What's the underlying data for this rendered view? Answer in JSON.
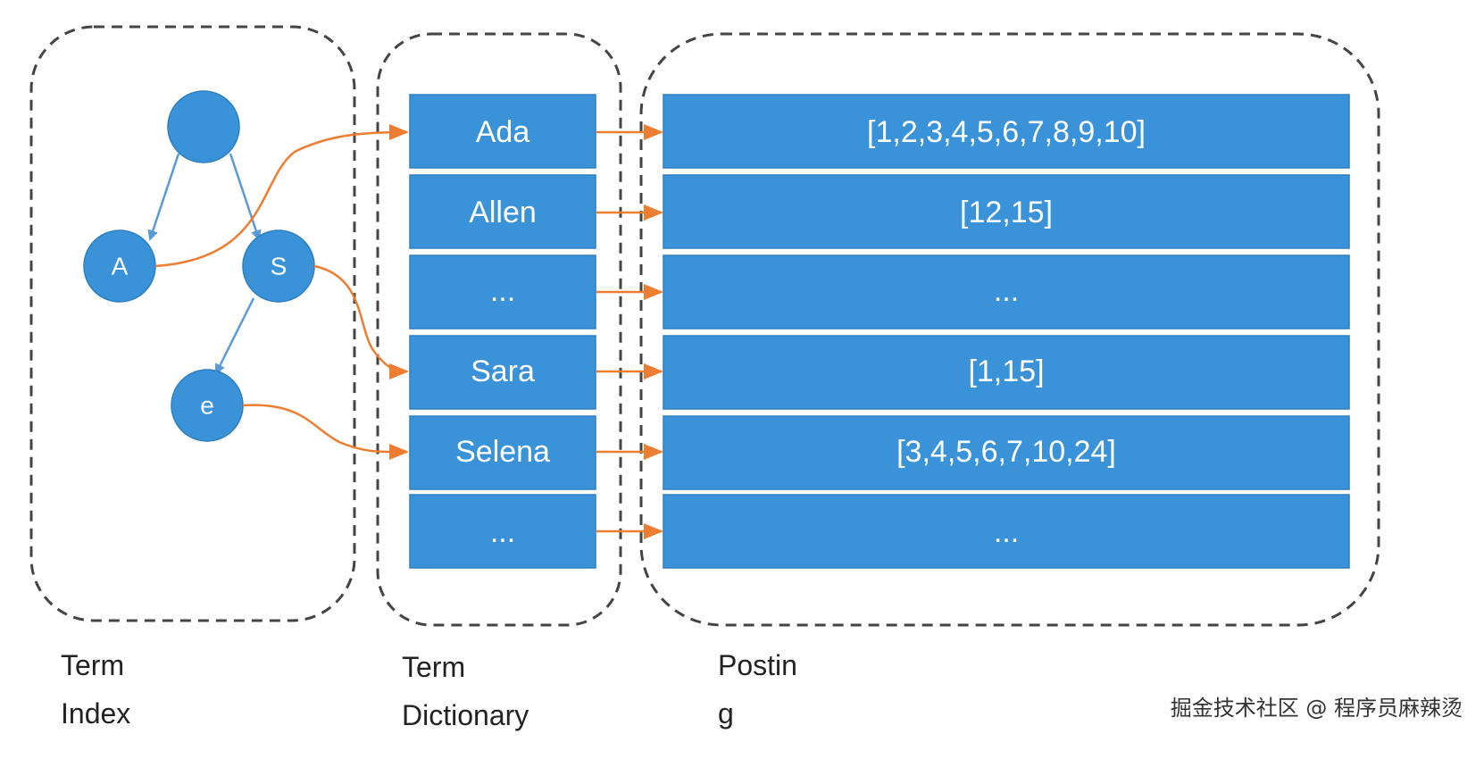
{
  "tree": {
    "nodes": [
      {
        "id": "root",
        "label": ""
      },
      {
        "id": "a",
        "label": "A"
      },
      {
        "id": "s",
        "label": "S"
      },
      {
        "id": "e",
        "label": "e"
      }
    ]
  },
  "dictionary": {
    "terms": [
      "Ada",
      "Allen",
      "...",
      "Sara",
      "Selena",
      "..."
    ]
  },
  "postings": {
    "lists": [
      "[1,2,3,4,5,6,7,8,9,10]",
      "[12,15]",
      "...",
      "[1,15]",
      "[3,4,5,6,7,10,24]",
      "..."
    ]
  },
  "captions": {
    "term_index": {
      "line1": "Term",
      "line2": "Index"
    },
    "term_dictionary": {
      "line1": "Term",
      "line2": "Dictionary"
    },
    "posting": {
      "line1": "Postin",
      "line2": "g"
    }
  },
  "watermark": "掘金技术社区 @ 程序员麻辣烫",
  "colors": {
    "box_fill": "#3a93d8",
    "tree_edge": "#5b9bd5",
    "pointer_edge": "#ed7d31"
  }
}
